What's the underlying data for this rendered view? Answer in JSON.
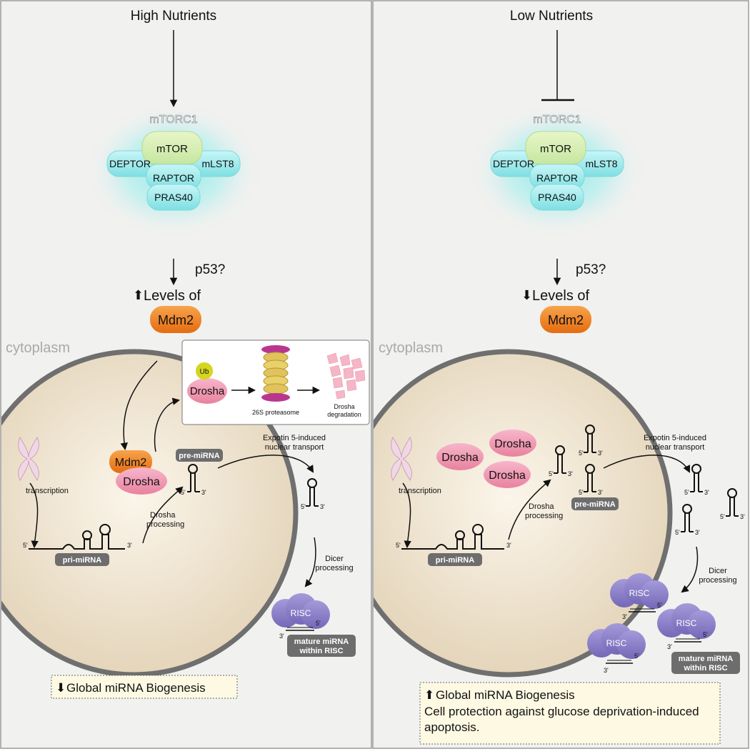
{
  "left": {
    "title": "High Nutrients",
    "complex": "mTORC1",
    "proteins": [
      "mTOR",
      "DEPTOR",
      "RAPTOR",
      "mLST8",
      "PRAS40"
    ],
    "p53": "p53?",
    "levels_arrow": "⬆",
    "levels": "Levels of",
    "mdm2": "Mdm2",
    "cytoplasm": "cytoplasm",
    "inset": {
      "ub": "Ub",
      "drosha": "Drosha",
      "proteasome": "26S proteasome",
      "degr1": "Drosha",
      "degr2": "degradation"
    },
    "nuclear_mdm2": "Mdm2",
    "nuclear_drosha": "Drosha",
    "transcription": "transcription",
    "pri": "pri-miRNA",
    "pre": "pre-miRNA",
    "drosha_proc1": "Drosha",
    "drosha_proc2": "processing",
    "expotin1": "Expotin 5-induced",
    "expotin2": "nuclear transport",
    "dicer1": "Dicer",
    "dicer2": "processing",
    "risc": "RISC",
    "mature1": "mature miRNA",
    "mature2": "within RISC",
    "result_arrow": "⬇",
    "result": "Global miRNA Biogenesis"
  },
  "right": {
    "title": "Low Nutrients",
    "complex": "mTORC1",
    "proteins": [
      "mTOR",
      "DEPTOR",
      "RAPTOR",
      "mLST8",
      "PRAS40"
    ],
    "p53": "p53?",
    "levels_arrow": "⬇",
    "levels": "Levels of",
    "mdm2": "Mdm2",
    "cytoplasm": "cytoplasm",
    "drosha": [
      "Drosha",
      "Drosha",
      "Drosha"
    ],
    "transcription": "transcription",
    "pri": "pri-miRNA",
    "pre": "pre-miRNA",
    "drosha_proc1": "Drosha",
    "drosha_proc2": "processing",
    "expotin1": "Expotin 5-induced",
    "expotin2": "nuclear transport",
    "dicer1": "Dicer",
    "dicer2": "processing",
    "risc": [
      "RISC",
      "RISC",
      "RISC"
    ],
    "mature1": "mature miRNA",
    "mature2": "within RISC",
    "result_arrow": "⬆",
    "result": "Global miRNA Biogenesis",
    "result2a": "Cell protection against glucose deprivation-induced",
    "result2b": "apoptosis."
  },
  "ends": {
    "five": "5'",
    "three": "3'"
  },
  "colors": {
    "panel_bg": "#f1f1ef",
    "nucleus": "#e9dcc6",
    "nucleus_edge": "#6f6f6f",
    "protein": "#a9eef0",
    "mtor": "#d9efb2",
    "mdm2": "#ef7f1e",
    "drosha": "#ef8fb0",
    "risc": "#8a7fc9",
    "label_box": "#6d6d6d",
    "result_box": "#fdf9e3"
  }
}
